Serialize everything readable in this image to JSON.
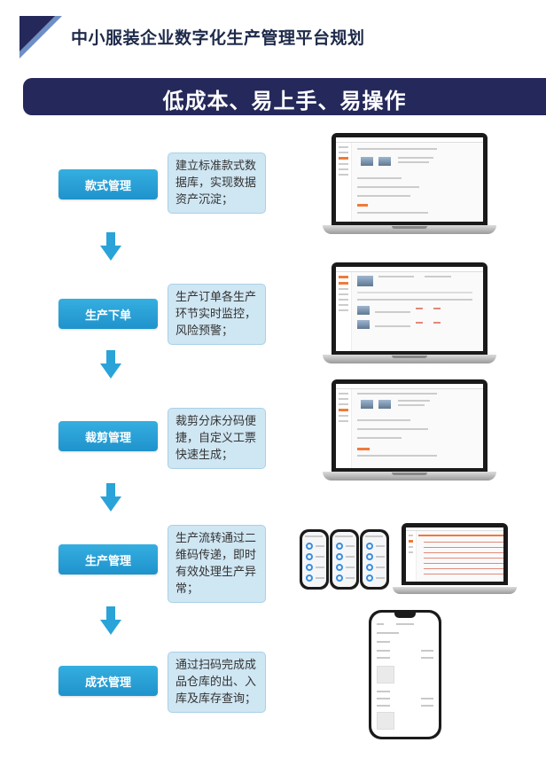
{
  "header": {
    "title": "中小服装企业数字化生产管理平台规划",
    "banner": "低成本、易上手、易操作"
  },
  "steps": [
    {
      "label": "款式管理",
      "desc": "建立标准款式数据库，实现数据资产沉淀；"
    },
    {
      "label": "生产下单",
      "desc": "生产订单各生产环节实时监控，风险预警；"
    },
    {
      "label": "裁剪管理",
      "desc": "裁剪分床分码便捷，自定义工票快速生成；"
    },
    {
      "label": "生产管理",
      "desc": "生产流转通过二维码传递，即时有效处理生产异常；"
    },
    {
      "label": "成衣管理",
      "desc": "通过扫码完成成品仓库的出、入库及库存查询；"
    }
  ],
  "colors": {
    "banner_bg": "#25285a",
    "step_button": "#2aa3d8",
    "desc_box": "#cfe6f3",
    "arrow": "#2aa3d8",
    "corner_dark": "#25285a",
    "corner_light": "#6f8fc4"
  }
}
